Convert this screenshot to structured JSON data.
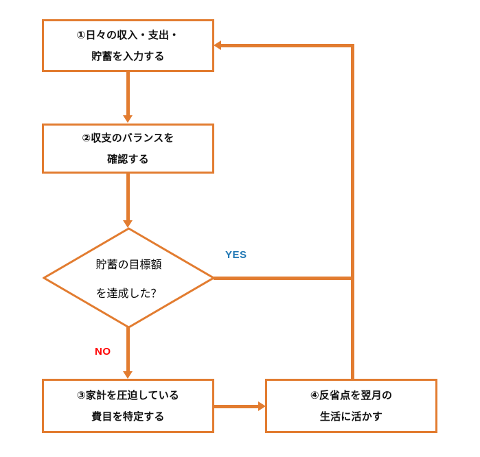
{
  "diagram": {
    "type": "flowchart",
    "title": "",
    "palette": {
      "shape_border": "#E27C30",
      "connector": "#E27C30",
      "shape_fill": "#FFFFFF",
      "text": "#111111",
      "yes_label": "#1F77B4",
      "no_label": "#FF0000",
      "background": "#FFFFFF"
    },
    "nodes": [
      {
        "id": "step1",
        "shape": "process",
        "lines": [
          "①日々の収入・支出・",
          "貯蓄を入力する"
        ]
      },
      {
        "id": "step2",
        "shape": "process",
        "lines": [
          "②収支のバランスを",
          "確認する"
        ]
      },
      {
        "id": "decision",
        "shape": "diamond",
        "lines": [
          "貯蓄の目標額",
          "を達成した？"
        ]
      },
      {
        "id": "step3",
        "shape": "process",
        "lines": [
          "③家計を圧迫している",
          "費目を特定する"
        ]
      },
      {
        "id": "step4",
        "shape": "process",
        "lines": [
          "④反省点を翌月の",
          "生活に活かす"
        ]
      }
    ],
    "edge_labels": {
      "yes": "YES",
      "no": "NO"
    }
  }
}
